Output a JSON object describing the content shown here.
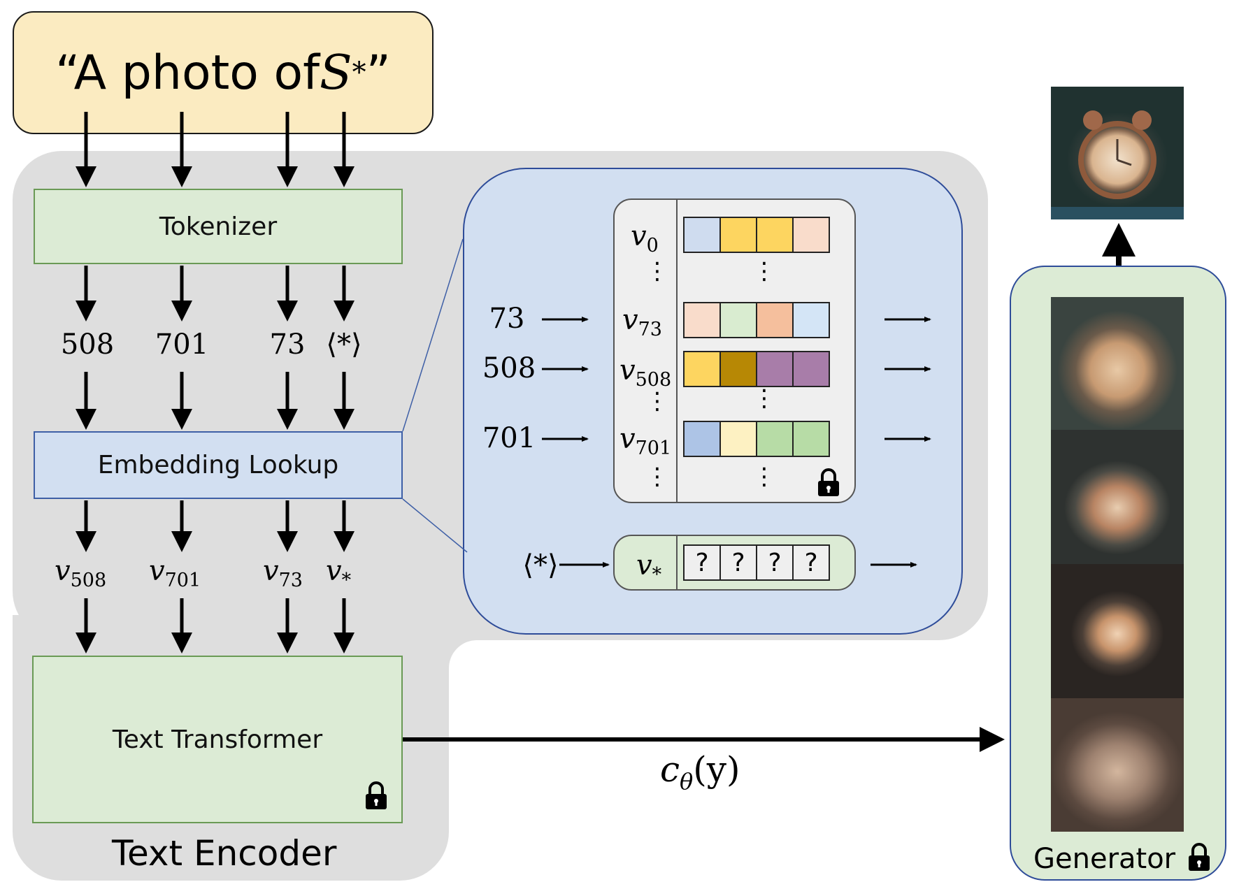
{
  "prompt": {
    "text": "“A photo of ",
    "symbol": "S",
    "symbol_sub": "*",
    "close_quote": "”"
  },
  "tokenizer": {
    "label": "Tokenizer"
  },
  "token_ids": [
    "508",
    "701",
    "73",
    "⟨*⟩"
  ],
  "embedding_lookup": {
    "label": "Embedding Lookup"
  },
  "embeddings": [
    {
      "v": "v",
      "sub": "508"
    },
    {
      "v": "v",
      "sub": "701"
    },
    {
      "v": "v",
      "sub": "73"
    },
    {
      "v": "v",
      "sub": "*"
    }
  ],
  "text_transformer": {
    "label": "Text Transformer",
    "icon": "lock-icon"
  },
  "text_encoder": {
    "label": "Text Encoder"
  },
  "zoom": {
    "rows": [
      {
        "v": "v",
        "sub": "0",
        "input": "",
        "colors": [
          "#cfdcef",
          "#fdd560",
          "#fdd560",
          "#f9dccb"
        ]
      },
      {
        "v": "v",
        "sub": "73",
        "input": "73",
        "colors": [
          "#f9dccb",
          "#d9ecd0",
          "#f5bf9d",
          "#d4e5f6"
        ]
      },
      {
        "v": "v",
        "sub": "508",
        "input": "508",
        "colors": [
          "#fdd560",
          "#b78805",
          "#a87da9",
          "#a87da9"
        ]
      },
      {
        "v": "v",
        "sub": "701",
        "input": "701",
        "colors": [
          "#adc4e6",
          "#fdf1c2",
          "#b7dca6",
          "#b7dca6"
        ]
      }
    ],
    "star_row": {
      "input": "⟨*⟩",
      "v": "v",
      "sub": "*",
      "cells": [
        "?",
        "?",
        "?",
        "?"
      ]
    },
    "lock_icon": "lock-icon"
  },
  "conditioning": {
    "c": "c",
    "sub": "θ",
    "arg": "(y)"
  },
  "generator": {
    "label": "Generator",
    "icon": "lock-icon"
  },
  "colors": {
    "prompt_fill": "#fbebc1",
    "green_fill": "#dcebd5",
    "blue_fill": "#d2dff1",
    "panel_gray": "#dedede"
  }
}
